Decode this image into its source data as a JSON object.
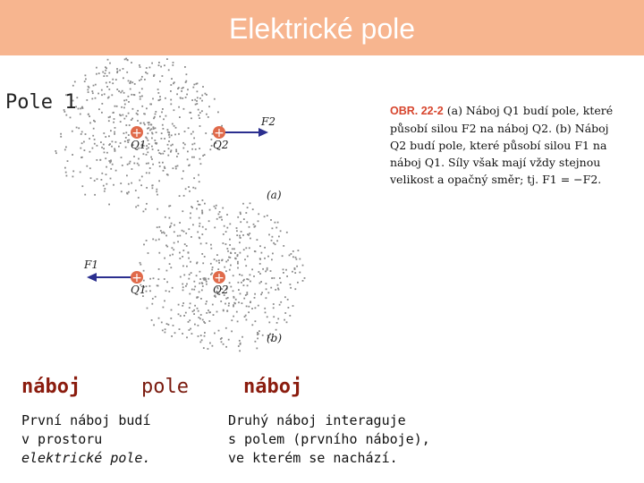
{
  "title": "Elektrické pole",
  "pole_label": "Pole 1",
  "figure": {
    "caption_number": "OBR. 22-2",
    "caption_text": "(a) Náboj Q1 budí pole, které působí silou F2 na náboj Q2. (b) Náboj Q2 budí pole, které působí silou F1 na náboj Q1. Síly však mají vždy stejnou velikost a opačný směr; tj. F1 = −F2.",
    "charge_q1": "Q1",
    "charge_q2": "Q2",
    "force_f1": "F1",
    "force_f2": "F2",
    "panel_a": "(a)",
    "panel_b": "(b)",
    "plus": "+"
  },
  "flow": {
    "left": "náboj",
    "middle": "pole",
    "right": "náboj"
  },
  "desc_left": {
    "line1": "První náboj budí",
    "line2": "v prostoru",
    "line3": "elektrické pole."
  },
  "desc_right": {
    "line1": "Druhý náboj interaguje",
    "line2": "s polem (prvního náboje),",
    "line3": "ve kterém se nachází."
  },
  "colors": {
    "title_bar": "#f7b58f",
    "arrow": "#2b2f8f",
    "charge": "#e06a4a",
    "flow_arrow": "#5f8f2a"
  }
}
